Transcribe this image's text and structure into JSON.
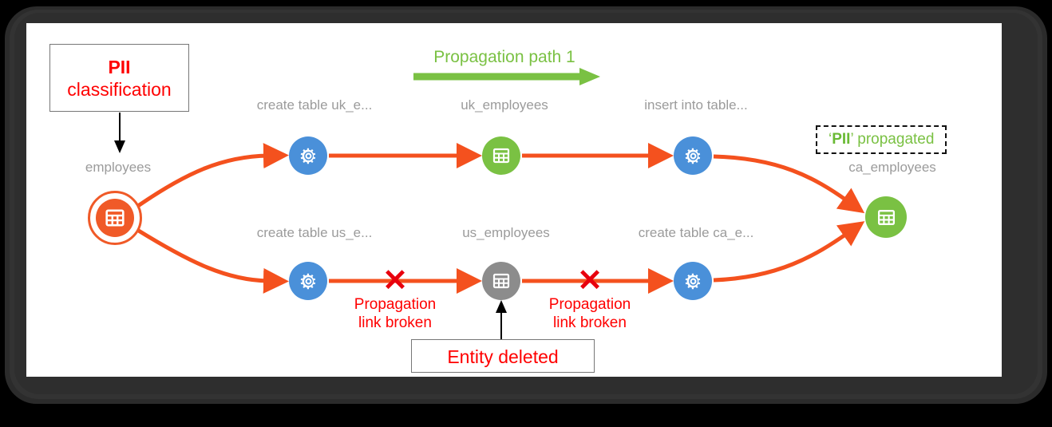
{
  "theme": {
    "orange": "#f4511e",
    "blue": "#4a90d9",
    "green": "#7ac143",
    "gray_node": "#8c8c8c",
    "source_orange": "#f05a28",
    "red": "#ff0000",
    "label_gray": "#9b9b9b",
    "canvas": "#ffffff",
    "bezel": "#2b2b2b"
  },
  "annotations": {
    "pii_box": {
      "line1": "PII",
      "line2": "classification"
    },
    "entity_deleted": "Entity deleted",
    "propagation_path_title": "Propagation path 1",
    "pii_propagated_quote_open": "‘",
    "pii_propagated_tag": "PII",
    "pii_propagated_quote_close": "’",
    "pii_propagated_text": " propagated",
    "broken_link_1": {
      "line1": "Propagation",
      "line2": "link broken"
    },
    "broken_link_2": {
      "line1": "Propagation",
      "line2": "link broken"
    },
    "x_mark": "✕"
  },
  "graph": {
    "source": {
      "label": "employees",
      "type": "table",
      "state": "classified"
    },
    "top_path": [
      {
        "label": "create table uk_e...",
        "type": "process",
        "state": "active"
      },
      {
        "label": "uk_employees",
        "type": "table",
        "state": "propagated"
      },
      {
        "label": "insert into table...",
        "type": "process",
        "state": "active"
      }
    ],
    "bottom_path": [
      {
        "label": "create table us_e...",
        "type": "process",
        "state": "active"
      },
      {
        "label": "us_employees",
        "type": "table",
        "state": "deleted"
      },
      {
        "label": "create table ca_e...",
        "type": "process",
        "state": "active"
      }
    ],
    "target": {
      "label": "ca_employees",
      "type": "table",
      "state": "propagated"
    }
  }
}
